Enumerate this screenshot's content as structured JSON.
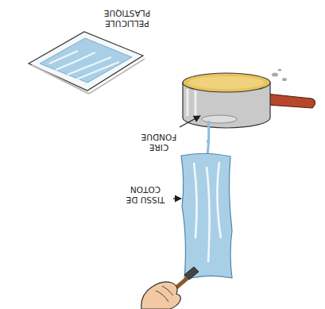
{
  "diagram": {
    "labels": [
      "PELLICULE PLASTIQUE",
      "CIRE FONDUE",
      "TISSU DE COTON"
    ]
  }
}
